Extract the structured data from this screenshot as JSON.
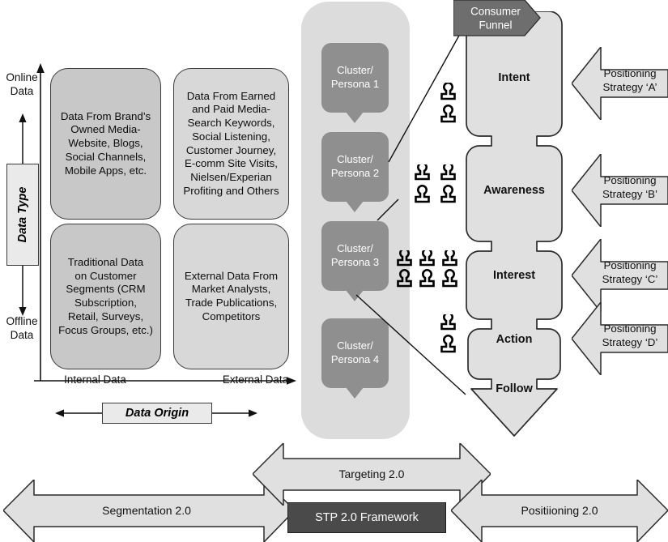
{
  "axes": {
    "y_top": "Online\nData",
    "y_top_line1": "Online",
    "y_top_line2": "Data",
    "y_bottom_line1": "Offline",
    "y_bottom_line2": "Data",
    "y_title": "Data Type",
    "x_left": "Internal Data",
    "x_right": "External Data",
    "x_title": "Data Origin"
  },
  "quadrants": [
    {
      "id": "brand-owned-media",
      "text": "Data From Brand’s Owned Media-Website, Blogs, Social Channels, Mobile Apps, etc.",
      "lines": [
        "Data From Brand’s",
        "Owned Media-",
        "Website, Blogs,",
        "Social Channels,",
        "Mobile Apps, etc."
      ],
      "fill": "#c8c8c8"
    },
    {
      "id": "earned-paid-media",
      "text": "Data From Earned and Paid Media-Search Keywords, Social Listening, Customer Journey, E-comm Site Visits, Nielsen/Experian Profiting and Others",
      "lines": [
        "Data From Earned",
        "and Paid Media-",
        "Search Keywords,",
        "Social Listening,",
        "Customer Journey,",
        "E-comm Site Visits,",
        "Nielsen/Experian",
        "Profiting and Others"
      ],
      "fill": "#d8d8d8"
    },
    {
      "id": "traditional-customer-segments",
      "text": "Traditional Data on Customer Segments (CRM Subscription, Retail, Surveys, Focus Groups, etc.)",
      "lines": [
        "Traditional Data",
        "on Customer",
        "Segments (CRM",
        "Subscription,",
        "Retail, Surveys,",
        "Focus Groups, etc.)"
      ],
      "fill": "#c8c8c8"
    },
    {
      "id": "external-market-analysts",
      "text": "External Data From Market Analysts, Trade Publications, Competitors",
      "lines": [
        "External Data From",
        "Market Analysts,",
        "Trade Publications,",
        "Competitors"
      ],
      "fill": "#d8d8d8"
    }
  ],
  "clusters": [
    {
      "id": "cluster-1",
      "line1": "Cluster/",
      "line2": "Persona 1"
    },
    {
      "id": "cluster-2",
      "line1": "Cluster/",
      "line2": "Persona 2"
    },
    {
      "id": "cluster-3",
      "line1": "Cluster/",
      "line2": "Persona 3"
    },
    {
      "id": "cluster-4",
      "line1": "Cluster/",
      "line2": "Persona 4"
    }
  ],
  "funnel": {
    "badge_line1": "Consumer",
    "badge_line2": "Funnel",
    "stages": [
      {
        "id": "intent",
        "label": "Intent",
        "people": 2
      },
      {
        "id": "awareness",
        "label": "Awareness",
        "people": 4
      },
      {
        "id": "interest",
        "label": "Interest",
        "people": 6
      },
      {
        "id": "action",
        "label": "Action",
        "people": 2
      },
      {
        "id": "follow",
        "label": "Follow",
        "people": 0
      }
    ]
  },
  "positioning": [
    {
      "id": "strategy-a",
      "line1": "Positioning",
      "line2": "Strategy ‘A’"
    },
    {
      "id": "strategy-b",
      "line1": "Positioning",
      "line2": "Strategy ‘B’"
    },
    {
      "id": "strategy-c",
      "line1": "Positioning",
      "line2": "Strategy ‘C’"
    },
    {
      "id": "strategy-d",
      "line1": "Positioning",
      "line2": "Strategy ‘D’"
    }
  ],
  "bottom": {
    "segmentation": "Segmentation 2.0",
    "targeting": "Targeting 2.0",
    "positioning": "Positiioning 2.0",
    "framework": "STP 2.0 Framework"
  },
  "colors": {
    "panel_bg": "#dcdcdc",
    "cluster_fill": "#8f8f8f",
    "funnel_fill": "#e0e0e0",
    "funnel_badge": "#6e6e6e",
    "arrow_fill": "#e0e0e0",
    "stp_fill": "#4a4a4a",
    "stroke": "#2b2b2b"
  }
}
